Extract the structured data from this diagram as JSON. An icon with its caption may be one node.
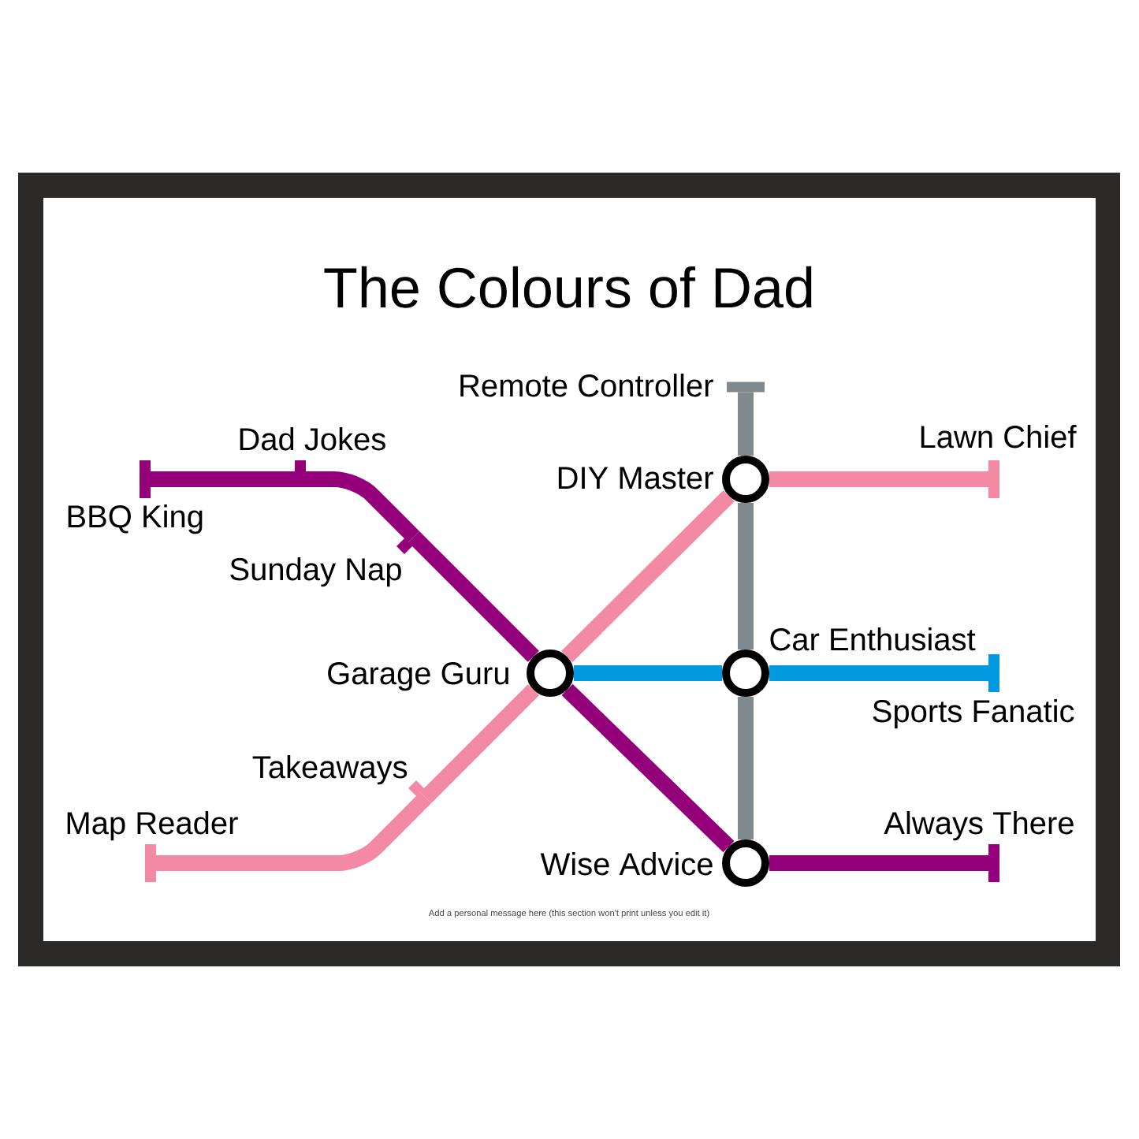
{
  "diagram": {
    "title": "The Colours of Dad",
    "caption": "Add a personal message here (this section won't print unless you edit it)",
    "nodes": [
      {
        "text": [
          "Remote Controller"
        ]
      },
      {
        "text": [
          "Dad Jokes"
        ]
      },
      {
        "text": [
          "Lawn Chief"
        ]
      },
      {
        "text": [
          "DIY Master"
        ]
      },
      {
        "text": [
          "BBQ King"
        ]
      },
      {
        "text": [
          "Sunday Nap"
        ]
      },
      {
        "text": [
          "Car Enthusiast"
        ]
      },
      {
        "text": [
          "Garage Guru"
        ]
      },
      {
        "text": [
          "Sports Fanatic"
        ]
      },
      {
        "text": [
          "Takeaways"
        ]
      },
      {
        "text": [
          "Map Reader"
        ]
      },
      {
        "text": [
          "Always There"
        ]
      },
      {
        "text": [
          "Wise Advice"
        ]
      }
    ],
    "edges": [
      {
        "from": 4,
        "to": 1,
        "arrow": "none"
      },
      {
        "from": 1,
        "to": 5,
        "arrow": "none"
      },
      {
        "from": 5,
        "to": 7,
        "arrow": "none"
      },
      {
        "from": 7,
        "to": 12,
        "arrow": "none"
      },
      {
        "from": 12,
        "to": 11,
        "arrow": "none"
      },
      {
        "from": 10,
        "to": 9,
        "arrow": "none",
        "color": "#f389a5"
      },
      {
        "from": 9,
        "to": 7,
        "arrow": "none",
        "color": "#f389a5"
      },
      {
        "from": 7,
        "to": 3,
        "arrow": "none",
        "color": "#f389a5"
      },
      {
        "from": 3,
        "to": 2,
        "arrow": "none",
        "color": "#f389a5"
      },
      {
        "from": 0,
        "to": 3,
        "arrow": "none",
        "color": "#808a8e"
      },
      {
        "from": 3,
        "to": 6,
        "arrow": "none",
        "color": "#808a8e"
      },
      {
        "from": 6,
        "to": 12,
        "arrow": "none",
        "color": "#808a8e"
      },
      {
        "from": 7,
        "to": 6,
        "arrow": "none",
        "color": "#0399e1"
      },
      {
        "from": 6,
        "to": 8,
        "arrow": "none",
        "color": "#0399e1"
      }
    ]
  }
}
